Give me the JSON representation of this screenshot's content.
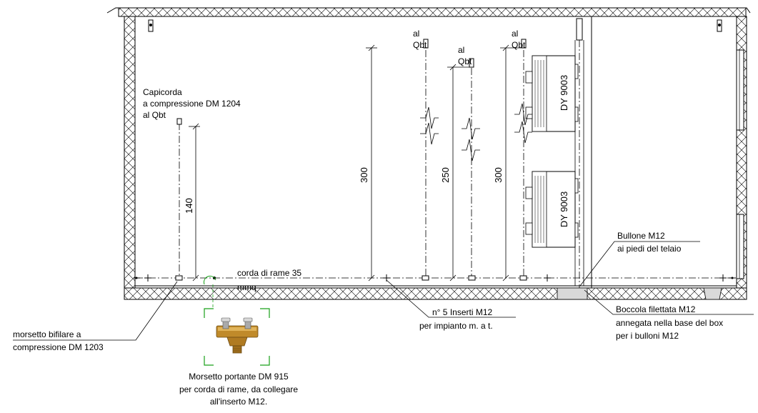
{
  "labels": {
    "capicorda_1": "Capicorda",
    "capicorda_2": "a compressione DM 1204",
    "capicorda_3": "al Qbt",
    "al_qbt_a_1": "al",
    "al_qbt_a_2": "Qbt",
    "al_qbt_b_1": "al",
    "al_qbt_b_2": "Qbt",
    "al_qbt_c_1": "al",
    "al_qbt_c_2": "Qbt",
    "corda_1": "corda di rame 35",
    "corda_2": "mmq",
    "bifilare_1": "morsetto bifilare a",
    "bifilare_2": "compressione DM 1203",
    "inserti_1": "n° 5 Inserti M12",
    "inserti_2": "per impianto m. a t.",
    "portante_1": "Morsetto portante DM 915",
    "portante_2": "per corda di rame, da collegare",
    "portante_3": "all'inserto M12.",
    "bullone_1": "Bullone M12",
    "bullone_2": "ai piedi del telaio",
    "boccola_1": "Boccola filettata M12",
    "boccola_2": "annegata nella base del box",
    "boccola_3": "per i bulloni M12",
    "dy_upper": "DY 9003",
    "dy_lower": "DY 9003"
  },
  "dimensions": {
    "d140": "140",
    "d300_left": "300",
    "d250": "250",
    "d300_right": "300"
  }
}
